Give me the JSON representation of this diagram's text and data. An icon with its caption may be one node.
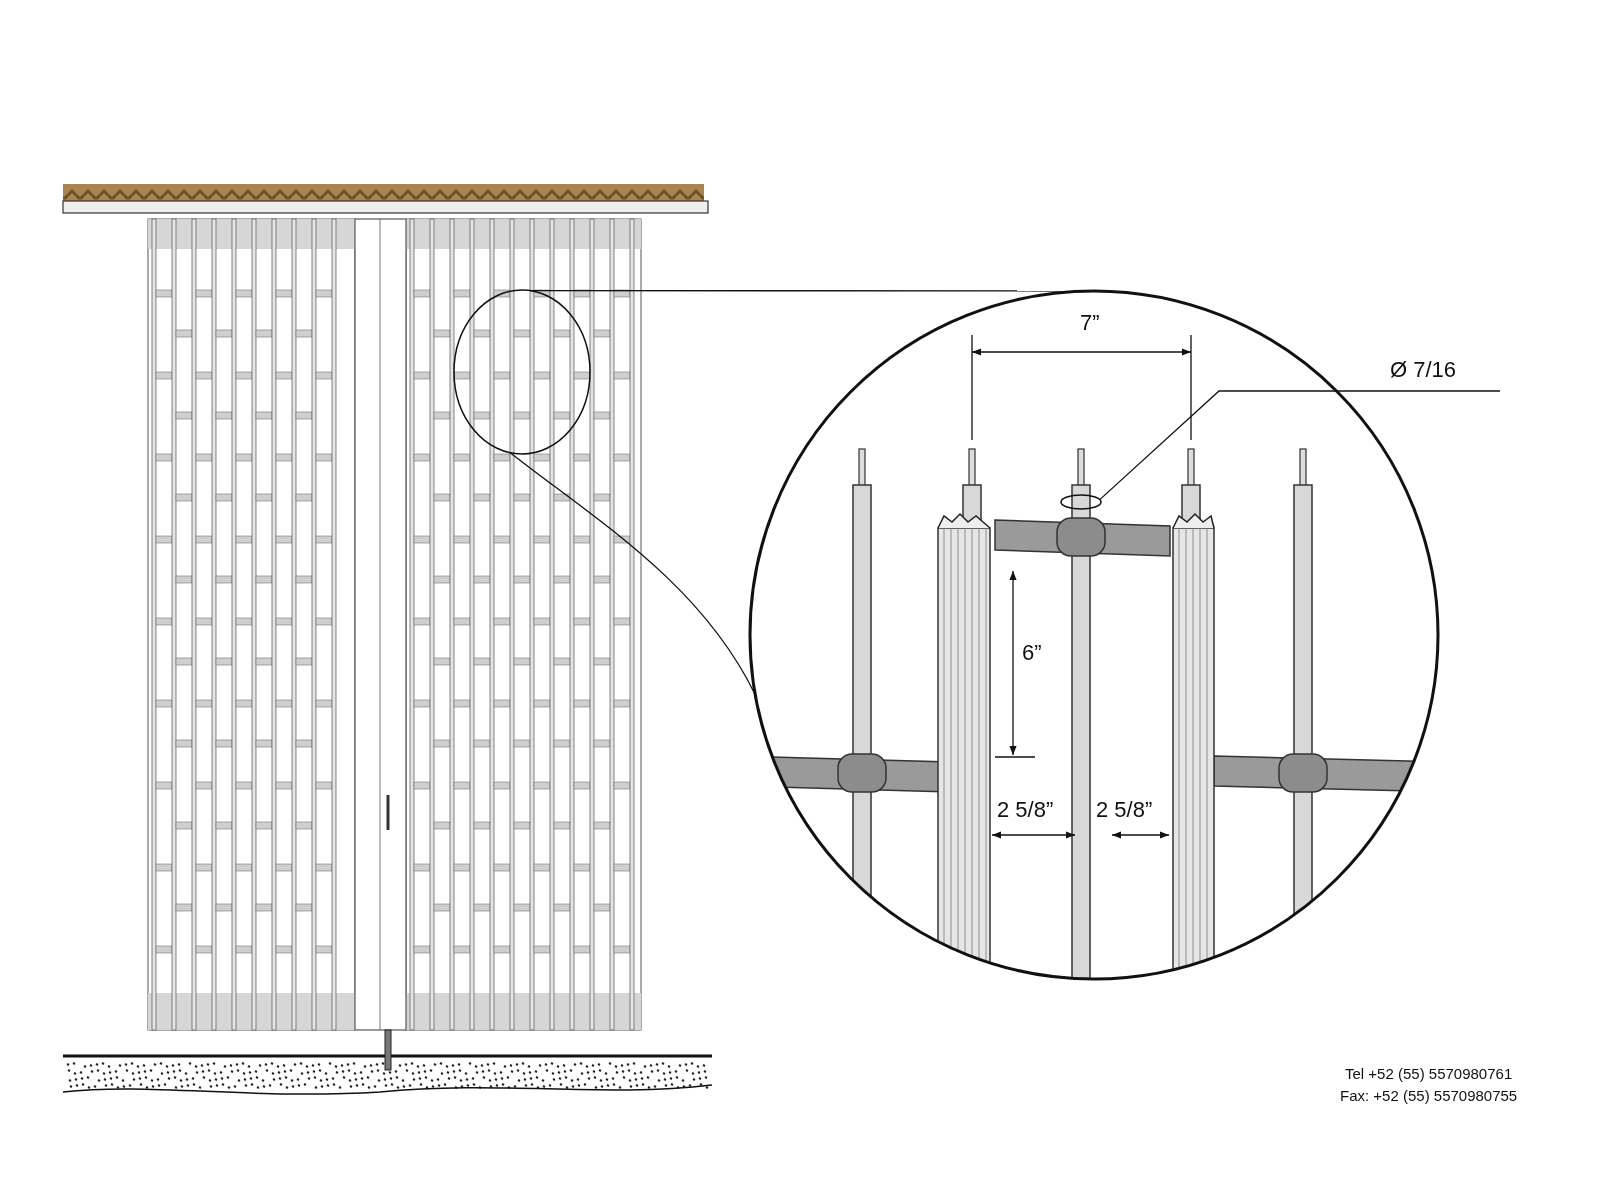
{
  "diagram": {
    "nodes": [
      {
        "text": [],
        "shape": "picture"
      },
      {
        "text": [],
        "shape": "circle",
        "in": 0
      },
      {
        "text": [],
        "shape": "picture"
      },
      {
        "text": [
          "Ø 7/16"
        ]
      },
      {
        "text": [],
        "shape": "circle",
        "in": 2
      }
    ],
    "edges": [
      {
        "from": 1,
        "to": 2,
        "arrow": "none"
      },
      {
        "from": 1,
        "to": 2,
        "arrow": "none"
      },
      {
        "from": 3,
        "to": 4,
        "arrow": "none"
      }
    ],
    "labels": [
      "7”",
      "6”",
      "2 5/8”",
      "2 5/8”",
      "Tel +52 (55) 5570980761",
      "Fax: +52 (55) 5570980755"
    ]
  }
}
